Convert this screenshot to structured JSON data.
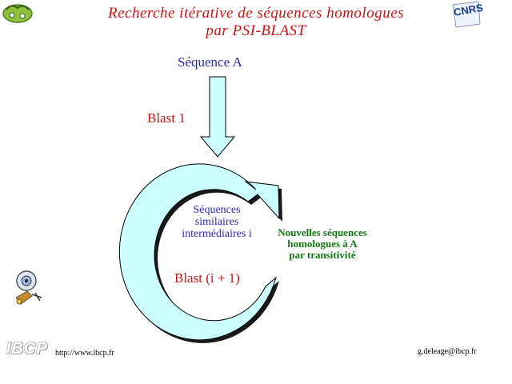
{
  "title": {
    "line1": "Recherche itérative de séquences homologues",
    "line2": "par PSI-BLAST"
  },
  "diagram": {
    "sequence_a": "Séquence A",
    "blast_1": "Blast 1",
    "similar_lines": [
      "Séquences",
      "similaires",
      "intermédiaires i"
    ],
    "blast_i": "Blast (i + 1)",
    "new_lines": [
      "Nouvelles séquences",
      "homologues à A",
      "par transitivité"
    ]
  },
  "footer": {
    "url": "http://www.ibcp.fr",
    "email": "g.deleage@ibcp.fr",
    "ibcp_logo": "IBCP",
    "cnrs_logo": "CNRS"
  },
  "colors": {
    "title": "#cc1111",
    "blue_text": "#2a2ab0",
    "green_text": "#117711",
    "arrow_fill": "#ccffff",
    "outline": "#000000",
    "circle_shadow": "#000000"
  },
  "icons": {
    "top_left": "cell-logo-icon",
    "top_right": "cnrs-logo-icon",
    "left_middle": "bio-tools-icon"
  }
}
